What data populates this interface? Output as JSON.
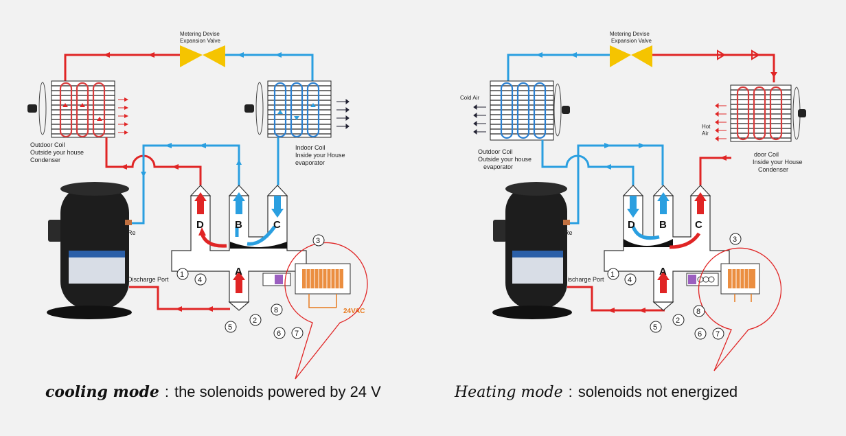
{
  "cooling": {
    "metering_label_1": "Metering Devise",
    "metering_label_2": "Expansion Valve",
    "outdoor_coil_1": "Outdoor Coil",
    "outdoor_coil_2": "Outside your house",
    "outdoor_coil_3": "Condenser",
    "indoor_coil_1": "Indoor Coil",
    "indoor_coil_2": "Inside your House",
    "indoor_coil_3": "evaporator",
    "return_label": "Re",
    "discharge_label": "Discharge Port",
    "port_a": "A",
    "port_b": "B",
    "port_c": "C",
    "port_d": "D",
    "n1": "1",
    "n2": "2",
    "n3": "3",
    "n4": "4",
    "n5": "5",
    "n6": "6",
    "n7": "7",
    "n8": "8",
    "voltage": "24VAC",
    "caption_mode": "cooling mode",
    "caption_sep": ":",
    "caption_desc": "the solenoids powered by 24 V"
  },
  "heating": {
    "metering_label_1": "Metering Devise",
    "metering_label_2": "Expansion Valve",
    "cold_air": "Cold Air",
    "hot_air_1": "Hot",
    "hot_air_2": "Air",
    "outdoor_coil_1": "Outdoor Coil",
    "outdoor_coil_2": "Outside your house",
    "outdoor_coil_3": "evaporator",
    "indoor_coil_1": "door Coil",
    "indoor_coil_2": "Inside your House",
    "indoor_coil_3": "Condenser",
    "return_label": "Re",
    "discharge_label": "Discharge Port",
    "port_a": "A",
    "port_b": "B",
    "port_c": "C",
    "port_d": "D",
    "n1": "1",
    "n2": "2",
    "n3": "3",
    "n4": "4",
    "n5": "5",
    "n6": "6",
    "n7": "7",
    "n8": "8",
    "caption_mode": "Heating mode",
    "caption_sep": ":",
    "caption_desc": "solenoids not energized"
  },
  "colors": {
    "hot": "#e02525",
    "cold": "#2a9fe0",
    "valve": "#f5c400",
    "solenoid": "#e87a1e"
  }
}
